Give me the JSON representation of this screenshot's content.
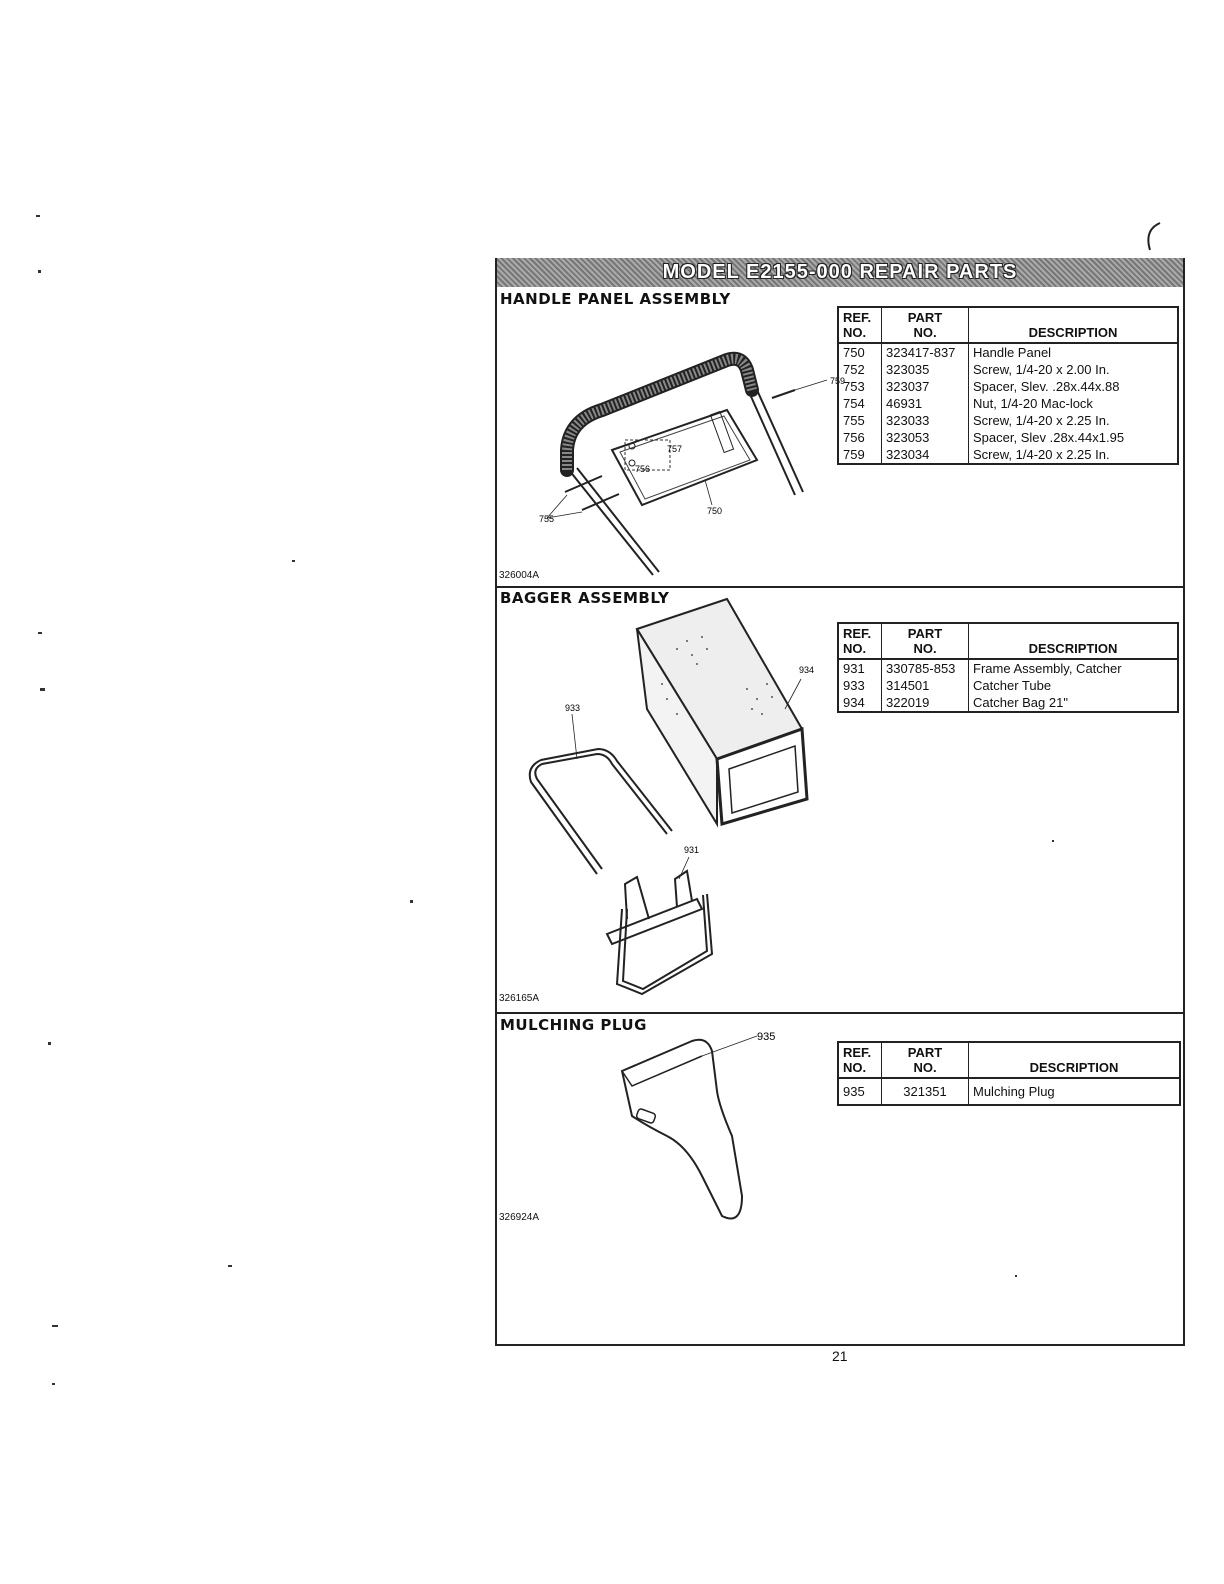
{
  "header": {
    "title": "MODEL E2155-000 REPAIR PARTS"
  },
  "sections": [
    {
      "title": "HANDLE PANEL ASSEMBLY",
      "figure_id": "326004A",
      "callouts": [
        "759",
        "757",
        "756",
        "755",
        "750"
      ],
      "columns": [
        "REF. NO.",
        "PART NO.",
        "DESCRIPTION"
      ],
      "rows": [
        [
          "750",
          "323417-837",
          "Handle Panel"
        ],
        [
          "752",
          "323035",
          "Screw, 1/4-20 x 2.00 In."
        ],
        [
          "753",
          "323037",
          "Spacer, Slev. .28x.44x.88"
        ],
        [
          "754",
          "46931",
          "Nut, 1/4-20 Mac-lock"
        ],
        [
          "755",
          "323033",
          "Screw, 1/4-20 x 2.25 In."
        ],
        [
          "756",
          "323053",
          "Spacer, Slev .28x.44x1.95"
        ],
        [
          "759",
          "323034",
          "Screw, 1/4-20 x 2.25 In."
        ]
      ]
    },
    {
      "title": "BAGGER ASSEMBLY",
      "figure_id": "326165A",
      "callouts": [
        "934",
        "933",
        "931"
      ],
      "columns": [
        "REF. NO.",
        "PART NO.",
        "DESCRIPTION"
      ],
      "rows": [
        [
          "931",
          "330785-853",
          "Frame Assembly, Catcher"
        ],
        [
          "933",
          "314501",
          "Catcher Tube"
        ],
        [
          "934",
          "322019",
          "Catcher Bag 21\""
        ]
      ]
    },
    {
      "title": "MULCHING PLUG",
      "figure_id": "326924A",
      "callouts": [
        "935"
      ],
      "columns": [
        "REF. NO.",
        "PART NO.",
        "DESCRIPTION"
      ],
      "rows": [
        [
          "935",
          "321351",
          "Mulching Plug"
        ]
      ]
    }
  ],
  "table_headers": {
    "ref1": "REF.",
    "ref2": "NO.",
    "part1": "PART",
    "part2": "NO.",
    "desc": "DESCRIPTION"
  },
  "page_number": "21"
}
